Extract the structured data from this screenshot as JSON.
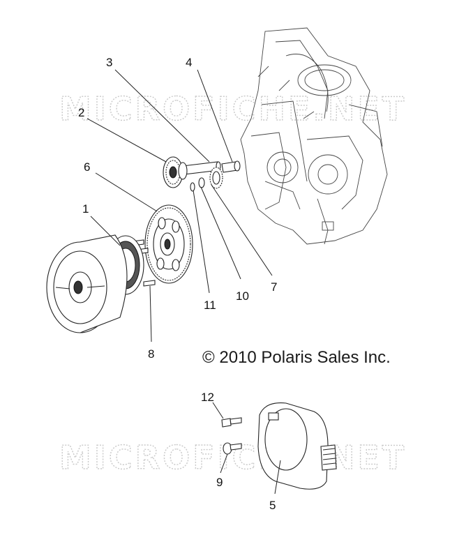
{
  "watermarks": [
    "MICROFICHE.NET",
    "MICROFICHE.NET"
  ],
  "copyright": "© 2010 Polaris Sales Inc.",
  "callouts": [
    {
      "id": "1",
      "label": "1"
    },
    {
      "id": "2",
      "label": "2"
    },
    {
      "id": "3",
      "label": "3"
    },
    {
      "id": "4",
      "label": "4"
    },
    {
      "id": "5",
      "label": "5"
    },
    {
      "id": "6",
      "label": "6"
    },
    {
      "id": "7",
      "label": "7"
    },
    {
      "id": "8",
      "label": "8"
    },
    {
      "id": "9",
      "label": "9"
    },
    {
      "id": "10",
      "label": "10"
    },
    {
      "id": "11",
      "label": "11"
    },
    {
      "id": "12",
      "label": "12"
    }
  ]
}
